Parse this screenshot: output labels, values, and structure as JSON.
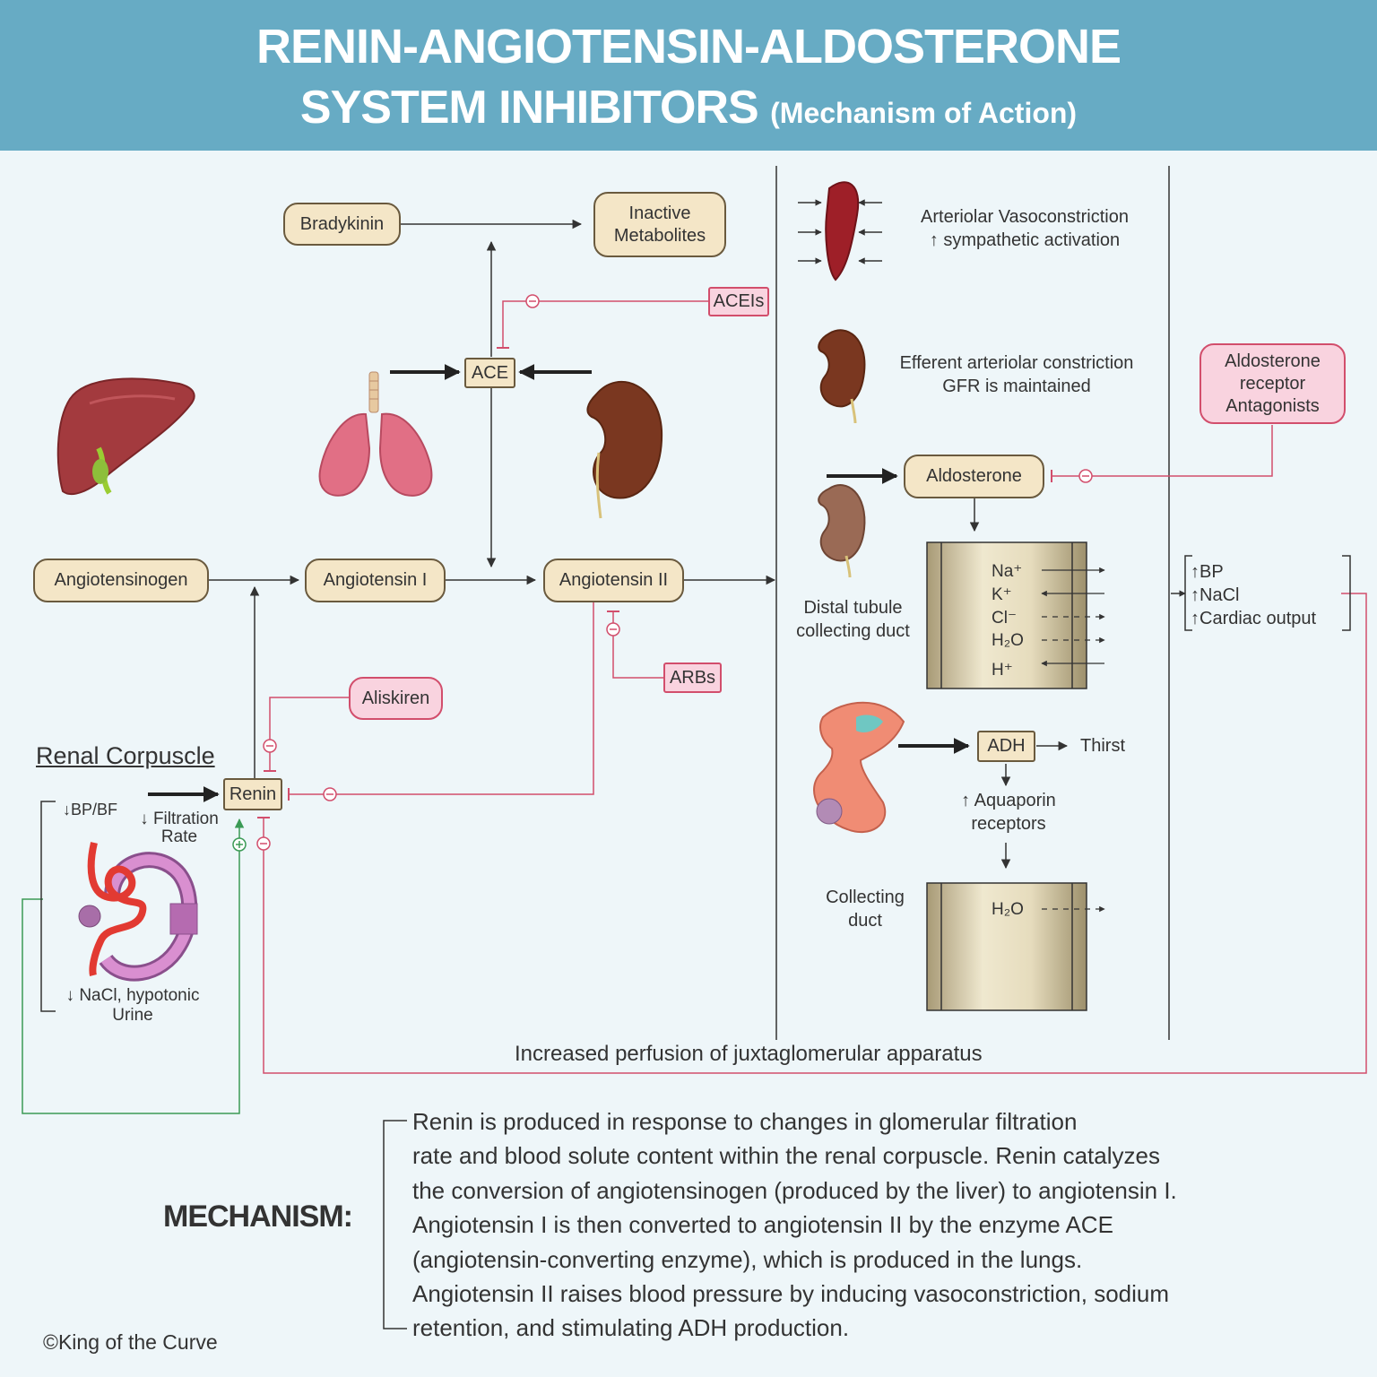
{
  "header": {
    "title_line1": "RENIN-ANGIOTENSIN-ALDOSTERONE",
    "title_line2": "SYSTEM INHIBITORS",
    "subtitle": "(Mechanism of Action)"
  },
  "pathway": {
    "bradykinin": "Bradykinin",
    "inactive_metabolites": [
      "Inactive",
      "Metabolites"
    ],
    "aceis": "ACEIs",
    "ace": "ACE",
    "angiotensinogen": "Angiotensinogen",
    "angiotensin_1": "Angiotensin I",
    "angiotensin_2": "Angiotensin II",
    "arbs": "ARBs",
    "aliskiren": "Aliskiren",
    "renin": "Renin",
    "inhibit_symbol": "⊖",
    "stimulate_symbol": "⊕"
  },
  "renal_corpuscle": {
    "title": "Renal Corpuscle",
    "bp_bf": "↓BP/BF",
    "filtration_rate": [
      "↓ Filtration",
      "Rate"
    ],
    "nacl_urine": [
      "↓   NaCl, hypotonic",
      "Urine"
    ]
  },
  "effects": {
    "vasoconstriction": [
      "Arteriolar Vasoconstriction",
      "↑   sympathetic activation"
    ],
    "efferent": [
      "Efferent arteriolar constriction",
      "GFR is maintained"
    ],
    "aldosterone": "Aldosterone",
    "aldosterone_antagonists": [
      "Aldosterone",
      "receptor",
      "Antagonists"
    ],
    "distal_tubule": [
      "Distal tubule",
      "collecting duct"
    ],
    "ions": [
      "Na⁺",
      "K⁺",
      "Cl⁻",
      "H₂O",
      "H⁺"
    ],
    "adh": "ADH",
    "thirst": "Thirst",
    "aquaporin": [
      "↑  Aquaporin",
      "receptors"
    ],
    "collecting_duct": [
      "Collecting",
      "duct"
    ],
    "h2o": "H₂O"
  },
  "outcomes": [
    "↑BP",
    "↑NaCl",
    "↑Cardiac output"
  ],
  "perfusion_label": "Increased perfusion of juxtaglomerular apparatus",
  "mechanism": {
    "title": "MECHANISM:",
    "lines": [
      "Renin is produced in response to changes in glomerular filtration",
      "rate and blood solute content within the renal corpuscle. Renin catalyzes",
      "the conversion of angiotensinogen (produced by the liver) to angiotensin I.",
      "Angiotensin I is then converted to angiotensin II by the enzyme ACE",
      "(angiotensin-converting enzyme), which is produced in the lungs.",
      "Angiotensin II raises blood pressure by inducing vasoconstriction, sodium",
      "retention, and stimulating ADH production."
    ]
  },
  "copyright": "©King of the Curve",
  "colors": {
    "header": "#67abc4",
    "background": "#eef6f9",
    "box_fill": "#f4e6c7",
    "inhibitor_fill": "#f9d3df",
    "inhibit_line": "#d24e6c",
    "stimulate_line": "#3b9a55"
  }
}
